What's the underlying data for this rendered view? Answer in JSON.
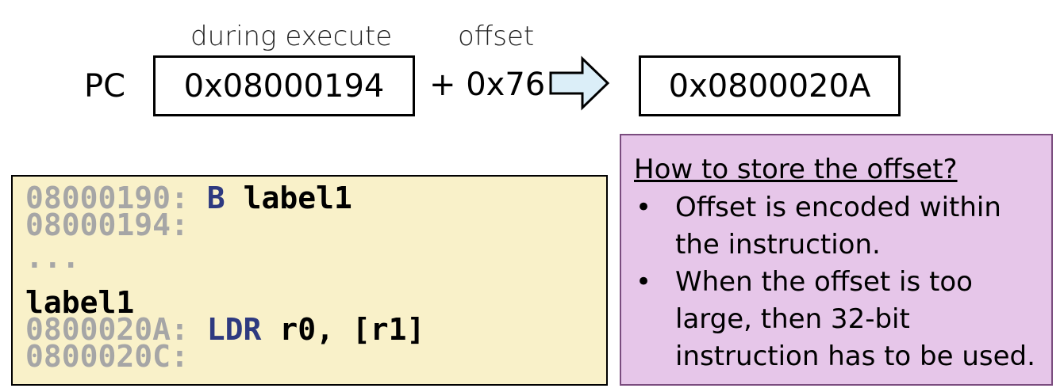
{
  "top": {
    "caption_execute": "during execute",
    "caption_offset": "offset",
    "pc_label": "PC",
    "pc_value": "0x08000194",
    "offset_value": "+ 0x76",
    "arrow_icon": "right-block-arrow",
    "result_value": "0x0800020A",
    "colors": {
      "arrow_fill": "#dbeef8",
      "arrow_stroke": "#000000"
    }
  },
  "code": {
    "background": "#f9f1c9",
    "lines": [
      {
        "addr": "08000190:",
        "mnemonic": "B",
        "operand": " label1"
      },
      {
        "addr": "08000194:",
        "mnemonic": "",
        "operand": ""
      },
      {
        "addr": "...",
        "mnemonic": "",
        "operand": ""
      },
      {
        "label": "label1"
      },
      {
        "addr": "0800020A:",
        "mnemonic": "LDR",
        "operand": " r0, [r1]"
      },
      {
        "addr": "0800020C:",
        "mnemonic": "",
        "operand": ""
      }
    ]
  },
  "note": {
    "background": "#e6c6e9",
    "heading": "How to store the offset?",
    "bullets": [
      "Offset is encoded within the instruction.",
      "When the offset is too large, then 32-bit instruction has to be used."
    ],
    "bullet_symbol": "•"
  }
}
